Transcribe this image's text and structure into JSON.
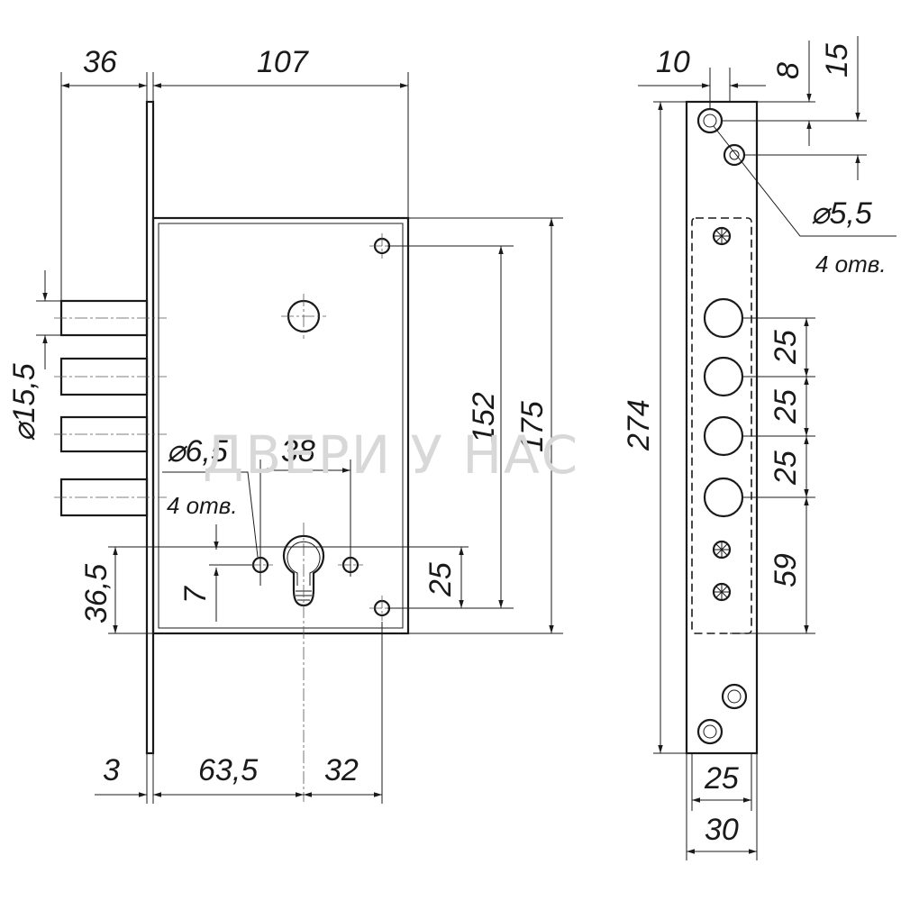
{
  "front_view": {
    "dim_backset_strip": "36",
    "dim_body_width": "107",
    "dim_bolt_diameter": "⌀15,5",
    "dim_hole_diameter": "⌀6,5",
    "dim_holes_count": "4 отв.",
    "dim_hole_spacing": "38",
    "dim_height_152": "152",
    "dim_height_175": "175",
    "dim_cyl_to_bottom": "36,5",
    "dim_hole_offset": "7",
    "dim_hole_to_bottom": "25",
    "dim_plate_thickness": "3",
    "dim_backset": "63,5",
    "dim_cyl_to_hole": "32"
  },
  "side_view": {
    "dim_top_offset": "10",
    "dim_8": "8",
    "dim_15": "15",
    "dim_screw_diameter": "⌀5,5",
    "dim_screw_count": "4 отв.",
    "dim_total_length": "274",
    "dim_bolt_pitch_1": "25",
    "dim_bolt_pitch_2": "25",
    "dim_bolt_pitch_3": "25",
    "dim_bolt_59": "59",
    "dim_inner_width": "25",
    "dim_outer_width": "30"
  },
  "watermark": "ДВЕРИ У НАС"
}
